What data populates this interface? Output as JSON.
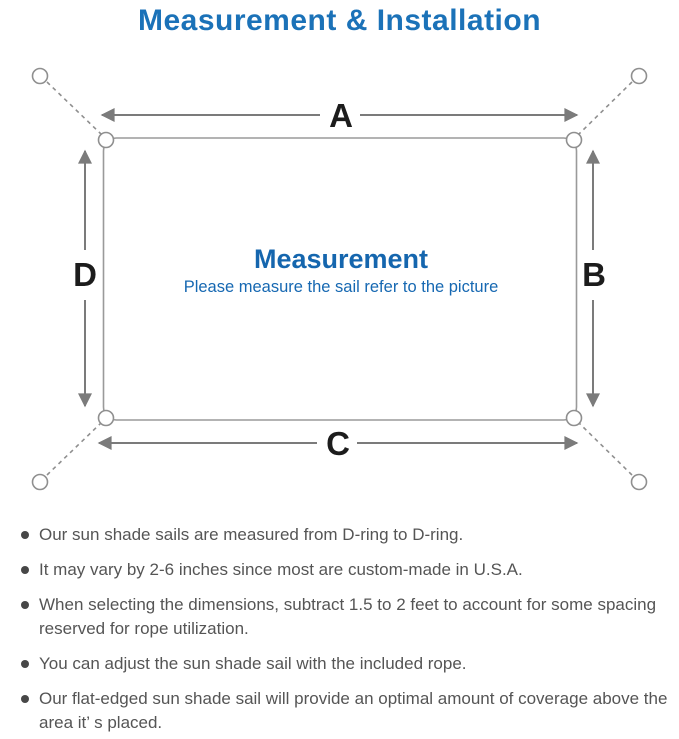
{
  "title": "Measurement & Installation",
  "diagram": {
    "center_heading": "Measurement",
    "center_subtitle": "Please measure the sail refer to the picture",
    "dimension_labels": {
      "top": "A",
      "right": "B",
      "bottom": "C",
      "left": "D"
    }
  },
  "notes": {
    "items": [
      "Our sun shade sails are measured from D-ring to D-ring.",
      "It may vary by 2-6 inches since most are custom-made in U.S.A.",
      "When selecting the dimensions, subtract 1.5 to 2 feet to account for some spacing reserved for rope utilization.",
      "You can adjust the sun shade sail with the included rope.",
      "Our flat-edged sun shade sail will provide an optimal amount of coverage above the area it’ s placed."
    ]
  },
  "colors": {
    "title_blue": "#1b72b8",
    "center_heading_blue": "#1566ae",
    "center_subtitle_blue": "#1668b2",
    "line_gray": "#8f8f8f",
    "arrow_gray": "#7b7b7b",
    "label_black": "#1c1c1c",
    "note_text_gray": "#555555"
  }
}
